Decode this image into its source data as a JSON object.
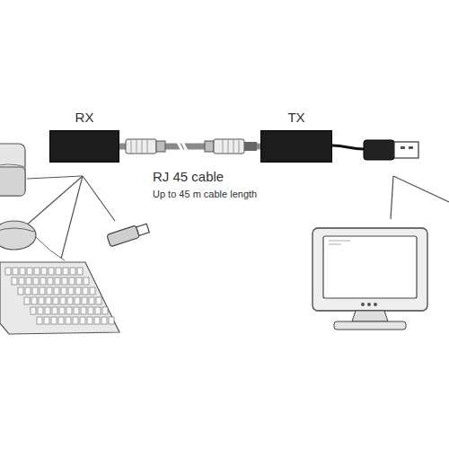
{
  "diagram": {
    "nodes": [
      {
        "text": [
          "RX"
        ]
      },
      {
        "text": [
          "TX"
        ]
      }
    ],
    "edges": [
      {
        "from": 0,
        "to": 1,
        "arrow": "none"
      }
    ],
    "labels": [
      "RJ 45 cable",
      "Up to 45 m cable length"
    ]
  }
}
